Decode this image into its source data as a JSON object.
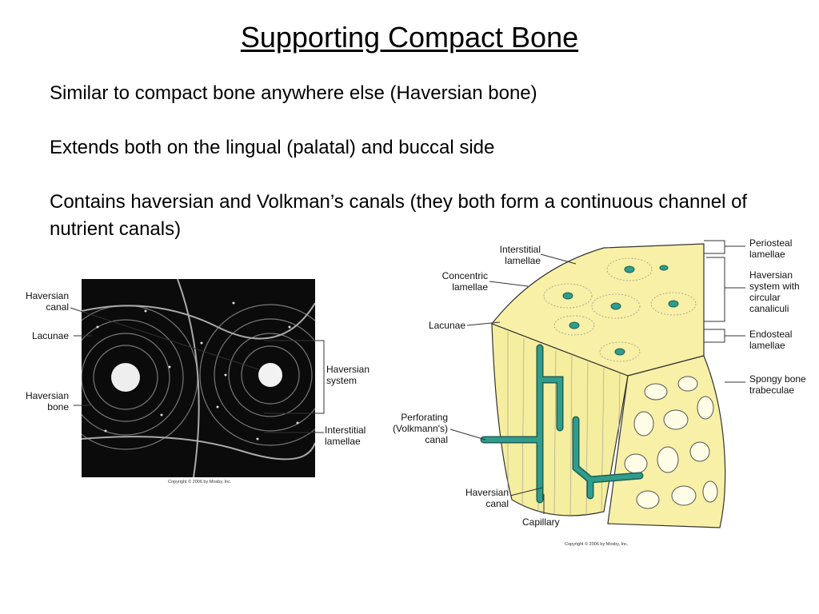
{
  "slide": {
    "title": "Supporting Compact Bone",
    "bullets": [
      "Similar to compact bone anywhere else (Haversian bone)",
      "Extends both on the lingual (palatal) and buccal side",
      "Contains haversian and Volkman’s canals (they both form a continuous channel of nutrient canals)"
    ]
  },
  "micrograph": {
    "labels": {
      "haversian_canal": "Haversian\ncanal",
      "lacunae": "Lacunae",
      "haversian_bone": "Haversian\nbone",
      "haversian_system": "Haversian\nsystem",
      "interstitial_lamellae": "Interstitial\nlamellae"
    },
    "copyright": "Copyright © 2006 by Mosby, Inc."
  },
  "diagram": {
    "labels": {
      "interstitial_lamellae": "Interstitial\nlamellae",
      "concentric_lamellae": "Concentric\nlamellae",
      "lacunae": "Lacunae",
      "perforating_canal": "Perforating\n(Volkmann's)\ncanal",
      "haversian_canal": "Haversian\ncanal",
      "capillary": "Capillary",
      "periosteal_lamellae": "Periosteal\nlamellae",
      "haversian_system": "Haversian\nsystem with\ncircular\ncanaliculi",
      "endosteal_lamellae": "Endosteal\nlamellae",
      "spongy_bone": "Spongy bone\ntrabeculae"
    },
    "copyright": "Copyright © 2006 by Mosby, Inc.",
    "colors": {
      "bone": "#f7f0a6",
      "vessel": "#2f9c8c",
      "outline": "#333333"
    }
  }
}
